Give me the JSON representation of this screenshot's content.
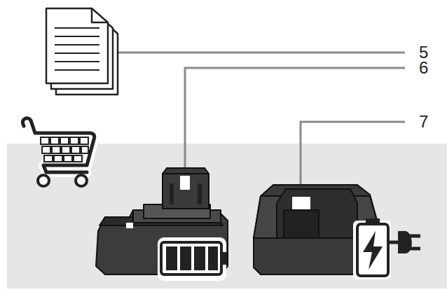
{
  "diagram": {
    "labels": [
      "5",
      "6",
      "7"
    ]
  }
}
